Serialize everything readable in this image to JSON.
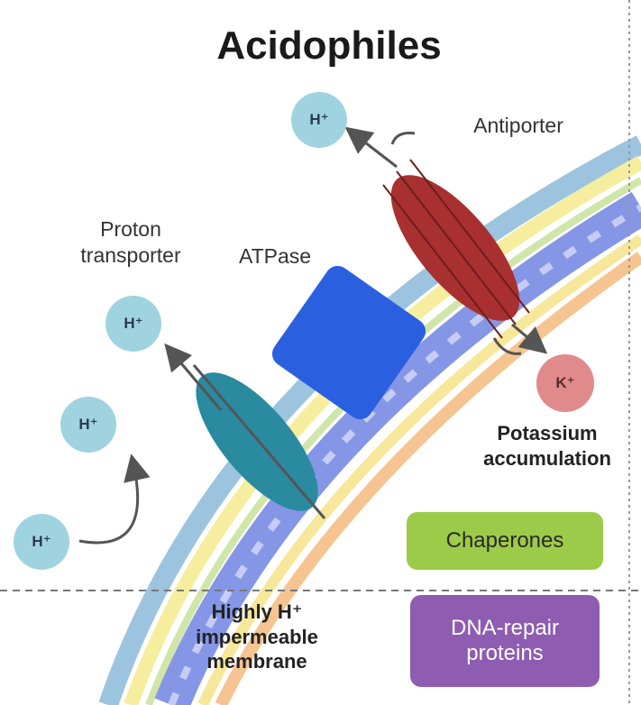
{
  "title": "Acidophiles",
  "labels": {
    "proton_transporter": "Proton\ntransporter",
    "atpase": "ATPase",
    "antiporter": "Antiporter",
    "potassium": "Potassium\naccumulation",
    "membrane": "Highly H⁺\nimpermeable\nmembrane"
  },
  "ions": {
    "h": "H⁺",
    "k": "K⁺"
  },
  "boxes": {
    "chaperones": "Chaperones",
    "dna_repair": "DNA-repair\nproteins"
  },
  "colors": {
    "membrane_outer": "#8fb8d8",
    "membrane_yellow": "#f4e88a",
    "membrane_inner": "#7f8fe0",
    "membrane_orange": "#f6c08a",
    "proton_transporter": "#2a8aa0",
    "atpase": "#2a5fe0",
    "antiporter": "#a83030",
    "h_ion": "#9fd3e0",
    "k_ion": "#e08a8c",
    "chaperones_box": "#9ccb4a",
    "dna_repair_box": "#8e5cb0"
  }
}
